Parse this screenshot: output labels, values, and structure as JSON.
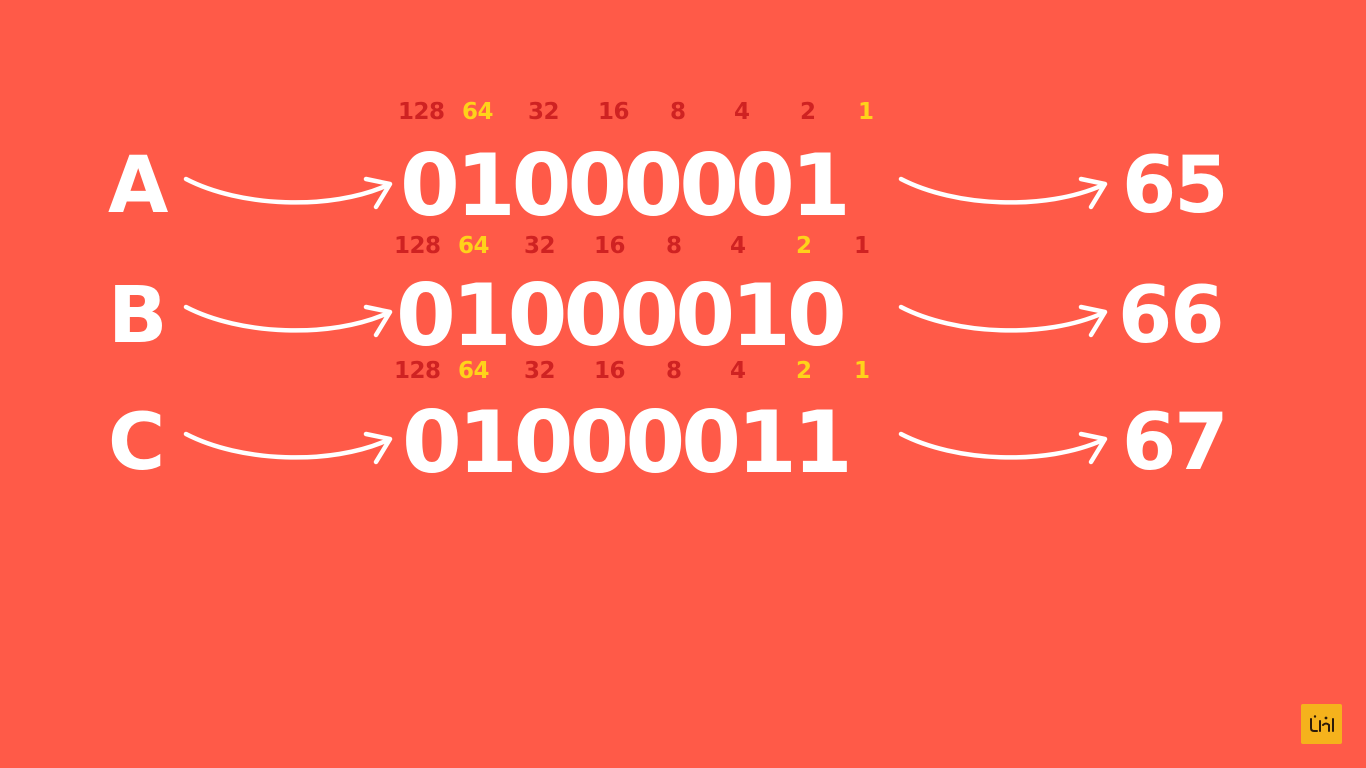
{
  "weights": [
    "128",
    "64",
    "32",
    "16",
    "8",
    "4",
    "2",
    "1"
  ],
  "rows": [
    {
      "letter": "A",
      "binary": "01000001",
      "decimal": "65",
      "highlighted": [
        false,
        true,
        false,
        false,
        false,
        false,
        false,
        true
      ]
    },
    {
      "letter": "B",
      "binary": "01000010",
      "decimal": "66",
      "highlighted": [
        false,
        true,
        false,
        false,
        false,
        false,
        true,
        false
      ]
    },
    {
      "letter": "C",
      "binary": "01000011",
      "decimal": "67",
      "highlighted": [
        false,
        true,
        false,
        false,
        false,
        false,
        true,
        true
      ]
    }
  ],
  "logo": {
    "icon": "channel-logo-icon"
  },
  "colors": {
    "background": "#ff5a48",
    "weight_inactive": "#cf2222",
    "weight_active": "#ffd21a",
    "foreground": "#ffffff",
    "logo_badge": "#f5b21c"
  }
}
